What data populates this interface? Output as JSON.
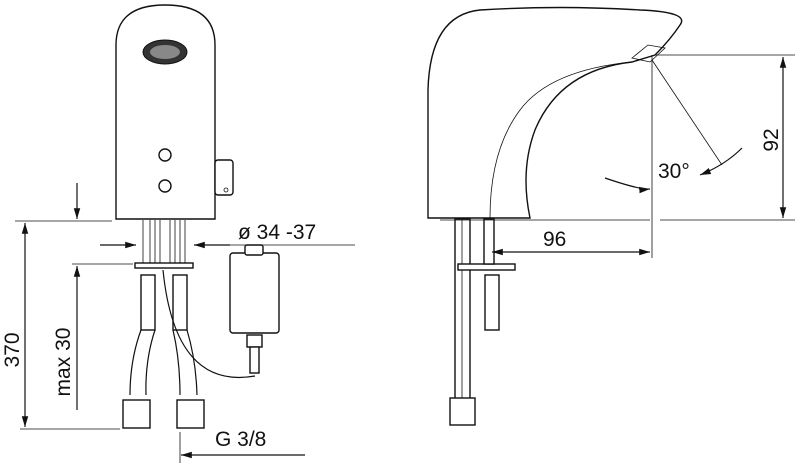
{
  "dimensions": {
    "height_total": "370",
    "mounting_thickness": "max 30",
    "hole_diameter": "ø 34 -37",
    "connection_thread": "G 3/8",
    "spout_reach": "96",
    "spout_height": "92",
    "sensor_angle": "30°"
  }
}
